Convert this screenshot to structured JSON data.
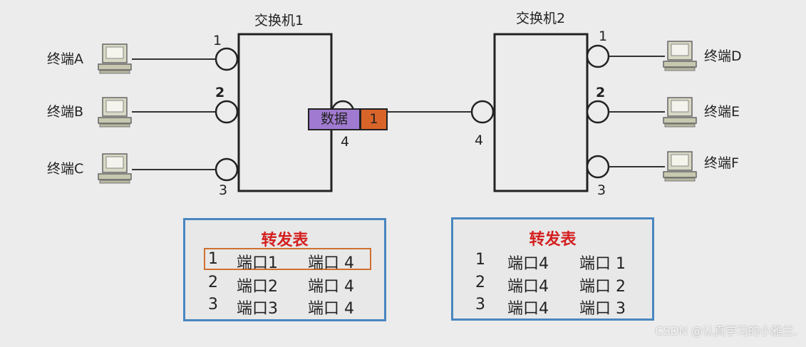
{
  "switches": [
    {
      "title": "交换机1",
      "ports": [
        "1",
        "2",
        "3",
        "4"
      ]
    },
    {
      "title": "交换机2",
      "ports": [
        "1",
        "2",
        "3",
        "4"
      ]
    }
  ],
  "terminals_left": [
    "终端A",
    "终端B",
    "终端C"
  ],
  "terminals_right": [
    "终端D",
    "终端E",
    "终端F"
  ],
  "packet": {
    "data_label": "数据",
    "port_label": "1"
  },
  "tables": [
    {
      "title": "转发表",
      "rows": [
        [
          "1",
          "端口1",
          "端口 4"
        ],
        [
          "2",
          "端口2",
          "端口 4"
        ],
        [
          "3",
          "端口3",
          "端口 4"
        ]
      ]
    },
    {
      "title": "转发表",
      "rows": [
        [
          "1",
          "端口4",
          "端口 1"
        ],
        [
          "2",
          "端口4",
          "端口 2"
        ],
        [
          "3",
          "端口4",
          "端口 3"
        ]
      ]
    }
  ],
  "watermark": "CSDN @认真学习的小雅兰.",
  "colors": {
    "table_border": "#4a86c0",
    "table_title": "#d42020",
    "highlight_border": "#d07030",
    "packet_data": "#a07ad0",
    "packet_port": "#d9642a"
  }
}
